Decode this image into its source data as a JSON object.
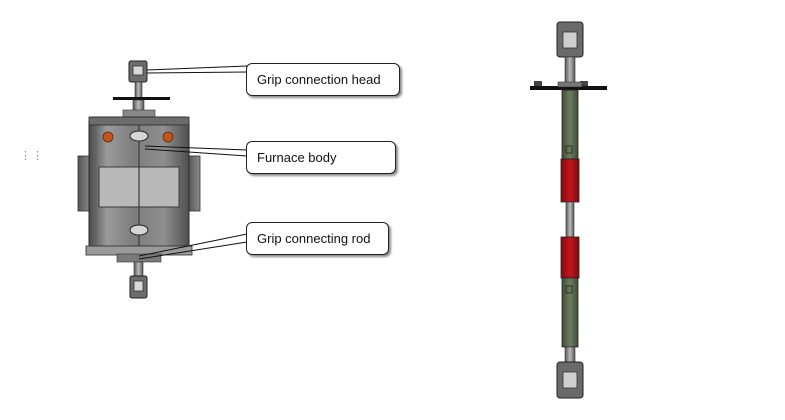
{
  "callouts": {
    "grip_connection_head": "Grip connection head",
    "furnace_body": "Furnace body",
    "grip_connecting_rod": "Grip connecting rod"
  },
  "colors": {
    "furnace_gray": "#7c7c7c",
    "rod_green": "#5a6b4f",
    "heater_red": "#b01218",
    "glow_orange": "#c4541a"
  }
}
